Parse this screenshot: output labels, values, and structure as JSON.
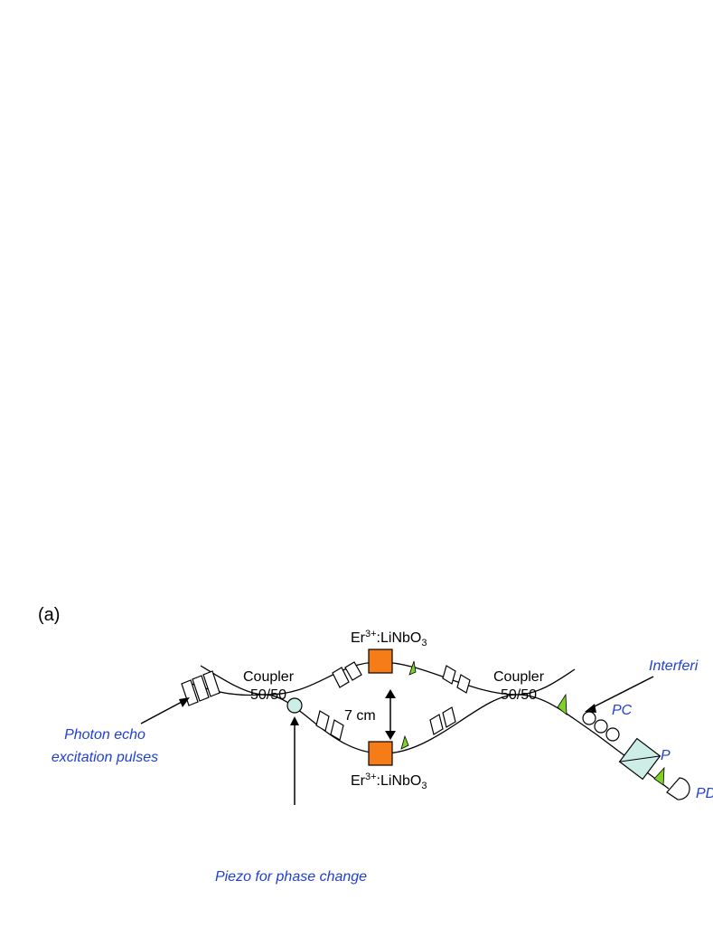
{
  "panel_label": "(a)",
  "crystal_top": {
    "prefix": "Er",
    "superscript": "3+",
    "main": ":LiNbO",
    "subscript": "3"
  },
  "crystal_bottom": {
    "prefix": "Er",
    "superscript": "3+",
    "main": ":LiNbO",
    "subscript": "3"
  },
  "coupler_left": {
    "line1": "Coupler",
    "line2": "50/50"
  },
  "coupler_right": {
    "line1": "Coupler",
    "line2": "50/50"
  },
  "separation": "7 cm",
  "annotations": {
    "photon_echo_line1": "Photon echo",
    "photon_echo_line2": "excitation pulses",
    "piezo": "Piezo for phase change",
    "interfering": "Interferi",
    "pc": "PC",
    "polarizer": "P",
    "pd": "PD"
  },
  "colors": {
    "crystal": "#f57c17",
    "echo_pulse": "#7fd12a",
    "piezo": "#cdeee6",
    "annotation_text": "#1f3fd1",
    "fiber": "#000000"
  }
}
